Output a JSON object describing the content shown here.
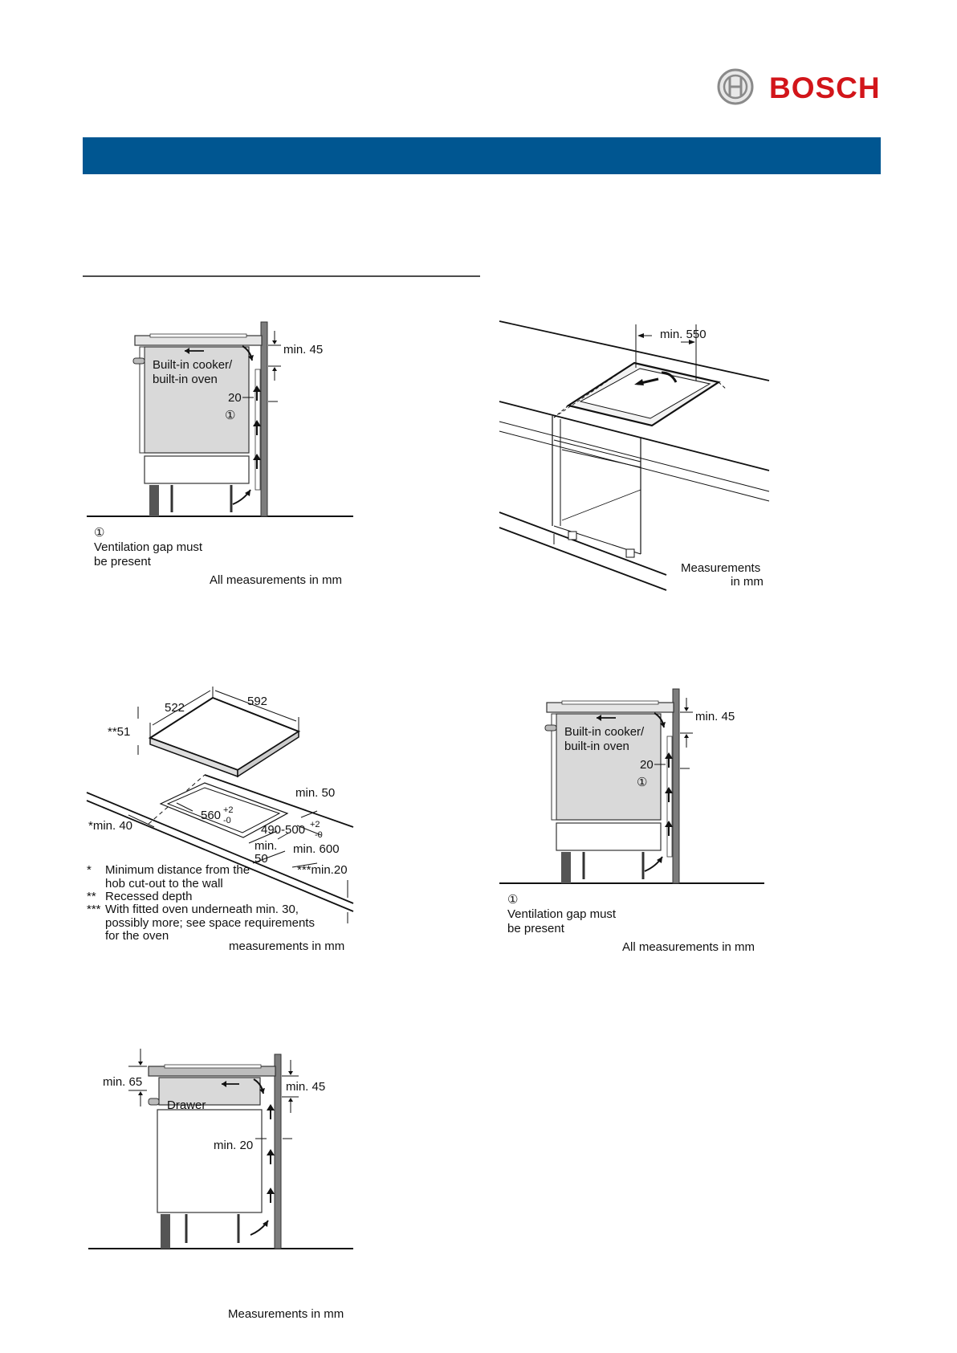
{
  "brand": {
    "name": "BOSCH",
    "color": "#d2151a",
    "band_color": "#005691"
  },
  "fig_a": {
    "label_cooker": "Built-in cooker/",
    "label_oven": "built-in oven",
    "dim_min45": "min. 45",
    "dim_20": "20",
    "marker": "①",
    "caption_marker": "①",
    "caption_1": "Ventilation gap must",
    "caption_2": "be present",
    "units": "All measurements in mm"
  },
  "fig_b": {
    "dim_min550": "min. 550",
    "units_1": "Measurements",
    "units_2": "in mm"
  },
  "fig_c": {
    "dim_522": "522",
    "dim_592": "592",
    "dim_51": "**51",
    "dim_min50_top": "min. 50",
    "dim_560": "560",
    "dim_560_tol_up": "+2",
    "dim_560_tol_dn": "-0",
    "dim_490": "490-500",
    "dim_490_tol_up": "+2",
    "dim_490_tol_dn": "-0",
    "dim_min40": "*min. 40",
    "dim_min50_a": "min.",
    "dim_min50_b": "50",
    "dim_min600": "min. 600",
    "dim_min20": "***min.20",
    "notes": [
      {
        "mark": "*",
        "text": "Minimum distance from the"
      },
      {
        "mark": "",
        "text": "hob cut-out to the wall"
      },
      {
        "mark": "**",
        "text": "Recessed depth"
      },
      {
        "mark": "***",
        "text": "With fitted oven underneath min. 30,"
      },
      {
        "mark": "",
        "text": "possibly more; see space requirements"
      },
      {
        "mark": "",
        "text": "for the oven"
      }
    ],
    "units": "measurements in mm"
  },
  "fig_d": {
    "label_cooker": "Built-in cooker/",
    "label_oven": "built-in oven",
    "dim_min45": "min. 45",
    "dim_20": "20",
    "marker": "①",
    "caption_marker": "①",
    "caption_1": "Ventilation gap must",
    "caption_2": "be present",
    "units": "All measurements in mm"
  },
  "fig_e": {
    "dim_min65": "min. 65",
    "dim_min45": "min. 45",
    "label_drawer": "Drawer",
    "dim_min20": "min. 20",
    "units": "Measurements in mm"
  }
}
